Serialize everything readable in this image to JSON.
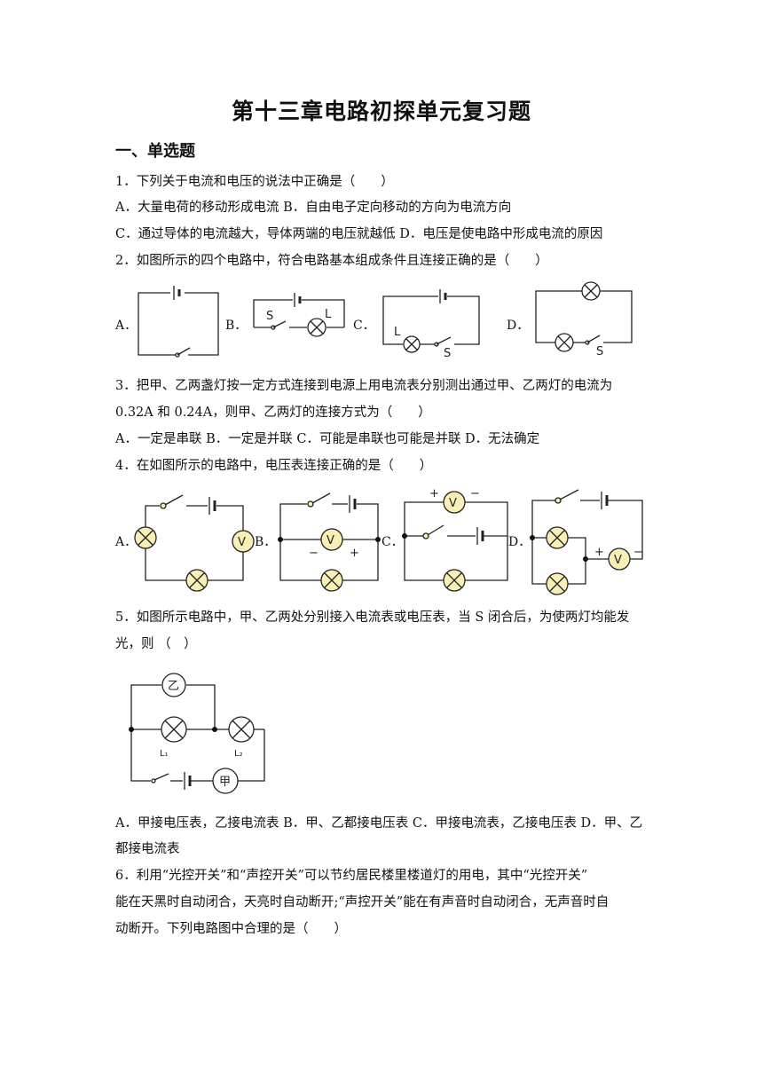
{
  "title": "第十三章电路初探单元复习题",
  "section": "一、单选题",
  "q1": {
    "stem": "1．下列关于电流和电压的说法中正确是（　　）",
    "opts_ab": "A．大量电荷的移动形成电流 B．自由电子定向移动的方向为电流方向",
    "opts_cd": "C．通过导体的电流越大，导体两端的电压就越低 D．电压是使电路中形成电流的原因"
  },
  "q2": {
    "stem": "2．如图所示的四个电路中，符合电路基本组成条件且连接正确的是（　　）",
    "labels": [
      "A．",
      "B．",
      "C．",
      "D．"
    ],
    "tags": {
      "s": "S",
      "l": "L"
    }
  },
  "q3": {
    "stem1": "3．把甲、乙两盏灯按一定方式连接到电源上用电流表分别测出通过甲、乙两灯的电流为",
    "stem2": "0.32A 和 0.24A，则甲、乙两灯的连接方式为（　　）",
    "opts": "A．一定是串联 B．一定是并联 C．可能是串联也可能是并联 D．无法确定"
  },
  "q4": {
    "stem": "4．在如图所示的电路中，电压表连接正确的是（　　）",
    "labels": [
      "A．",
      "B．",
      "C．",
      "D．"
    ],
    "meter": "V",
    "plus": "+",
    "minus": "−"
  },
  "q5": {
    "stem1": "5．如图所示电路中，甲、乙两处分别接入电流表或电压表，当 S 闭合后，为使两灯均能发",
    "stem2": "光，则 （　）",
    "meter_b": "乙",
    "meter_a": "甲",
    "l1": "L₁",
    "l2": "L₂",
    "opts1": "A．甲接电压表，乙接电流表 B．甲、乙都接电压表 C．甲接电流表，乙接电压表 D．甲、乙",
    "opts2": "都接电流表"
  },
  "q6": {
    "stem1": "6．利用“光控开关”和“声控开关”可以节约居民楼里楼道灯的用电，其中“光控开关”",
    "stem2": "能在天黑时自动闭合，天亮时自动断开;“声控开关”能在有声音时自动闭合，无声音时自",
    "stem3": "动断开。下列电路图中合理的是（　　）"
  }
}
